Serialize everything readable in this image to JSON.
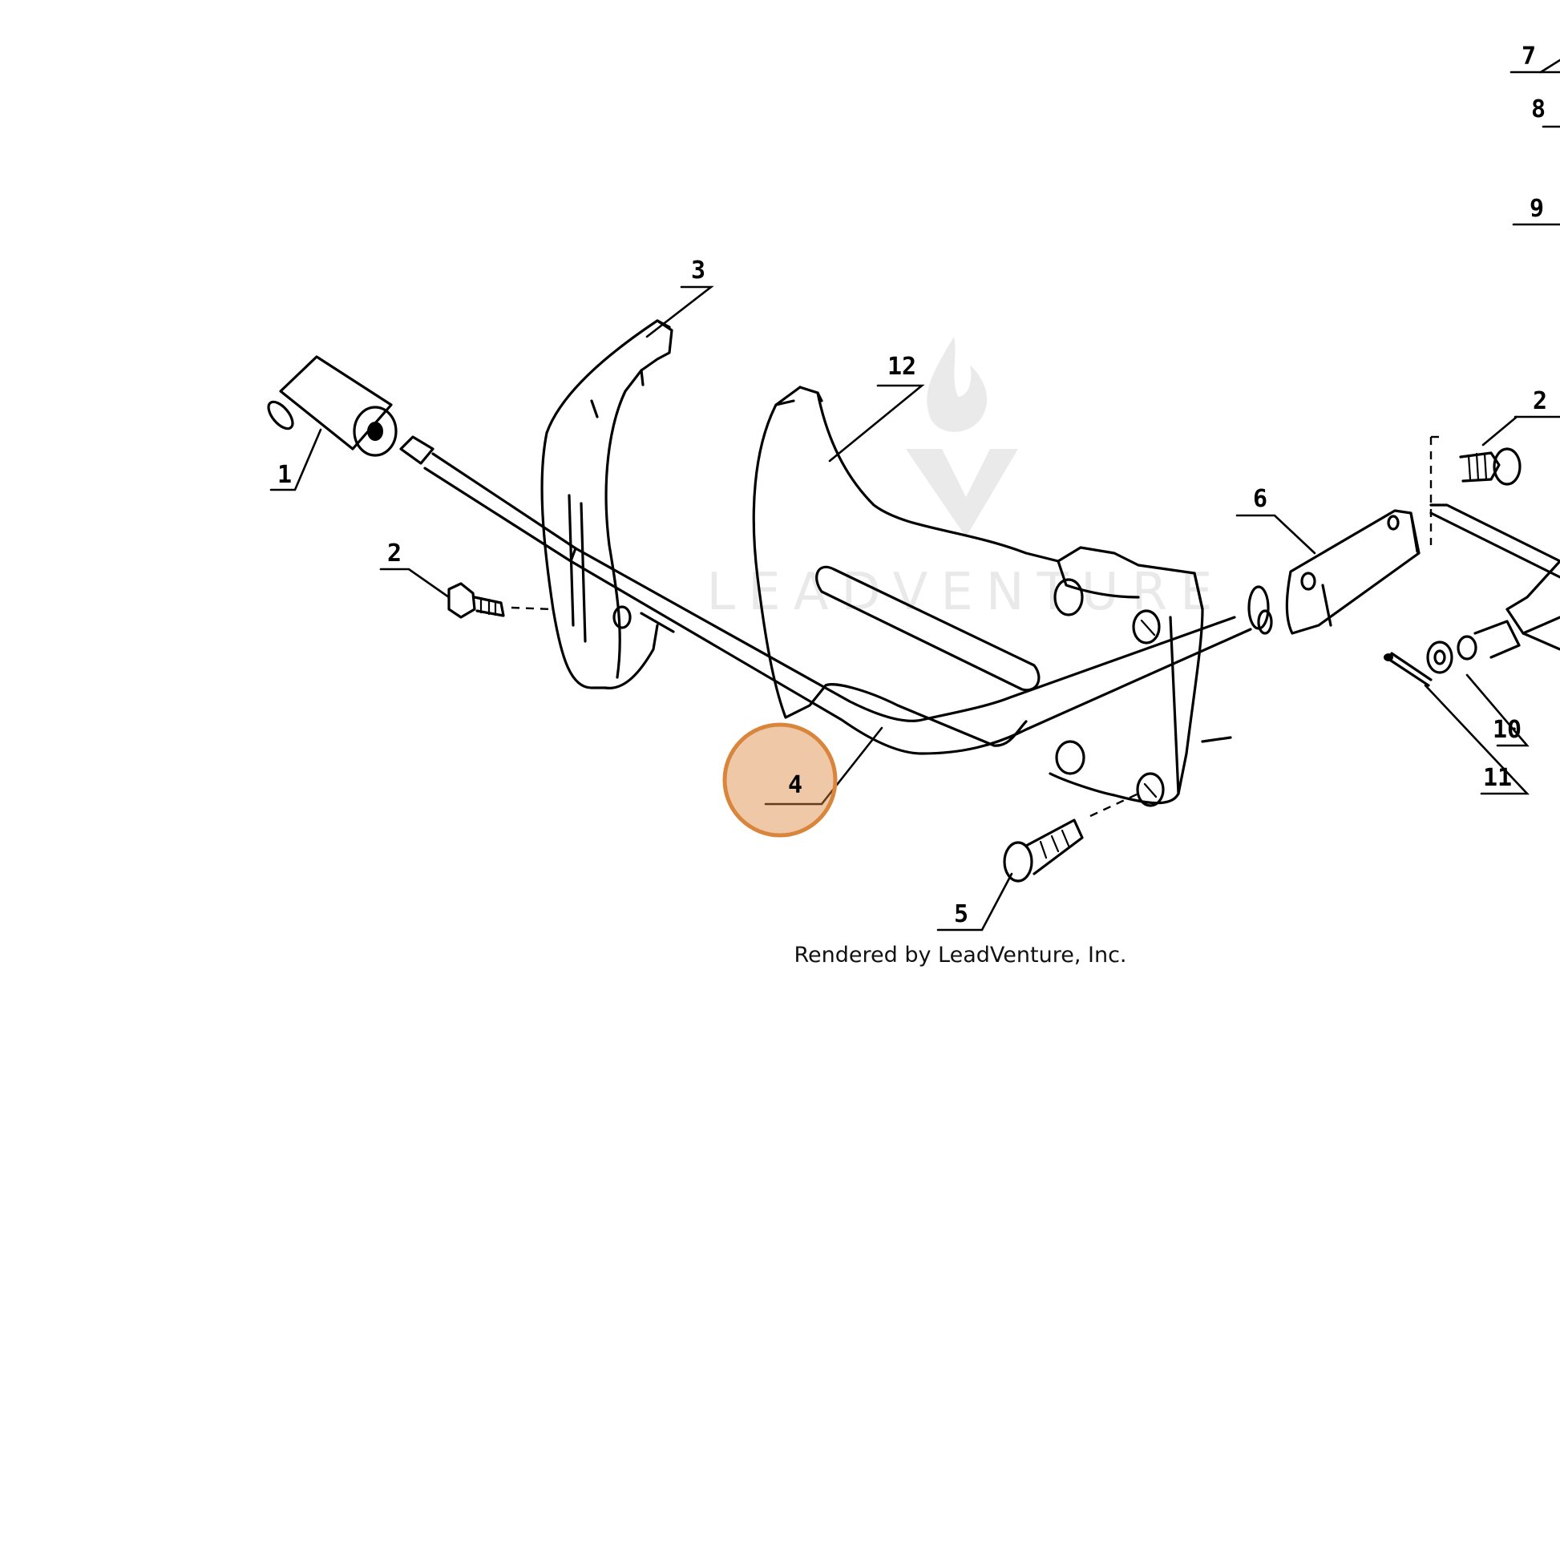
{
  "callouts": {
    "part_1": "1",
    "part_2_left": "2",
    "part_2_right": "2",
    "part_3": "3",
    "part_4": "4",
    "part_5": "5",
    "part_6": "6",
    "part_7": "7",
    "part_8": "8",
    "part_9": "9",
    "part_10": "10",
    "part_11": "11",
    "part_12": "12"
  },
  "credit": "Rendered by LeadVenture, Inc.",
  "watermark": {
    "text": "LEADVENTURE"
  },
  "highlight": {
    "selected_part": "4",
    "color": "#d9853b"
  }
}
